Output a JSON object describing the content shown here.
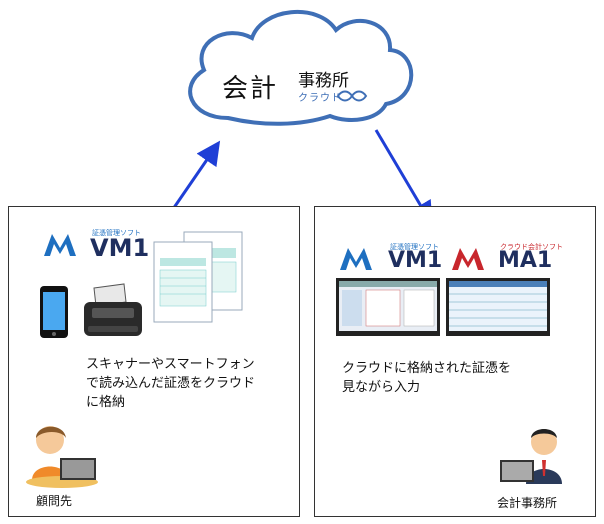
{
  "cloud": {
    "main_text": "会計",
    "sub_text": "事務所",
    "tag_text": "クラウド"
  },
  "client_panel": {
    "logo_text": "VM1",
    "logo_tagline": "証憑管理ソフト",
    "caption": "スキャナーやスマートフォン\nで読み込んだ証憑をクラウド\nに格納",
    "person_label": "顧問先"
  },
  "office_panel": {
    "logo_vm_text": "VM1",
    "logo_vm_tagline": "証憑管理ソフト",
    "logo_ma_text": "MA1",
    "logo_ma_tagline": "クラウド会計ソフト",
    "caption": "クラウドに格納された証憑を\n見ながら入力",
    "person_label": "会計事務所"
  },
  "colors": {
    "cloud_outline": "#3f6fb6",
    "arrow": "#1f3fd6",
    "vm_blue": "#1e6fc0",
    "ma_red": "#c8262c"
  }
}
